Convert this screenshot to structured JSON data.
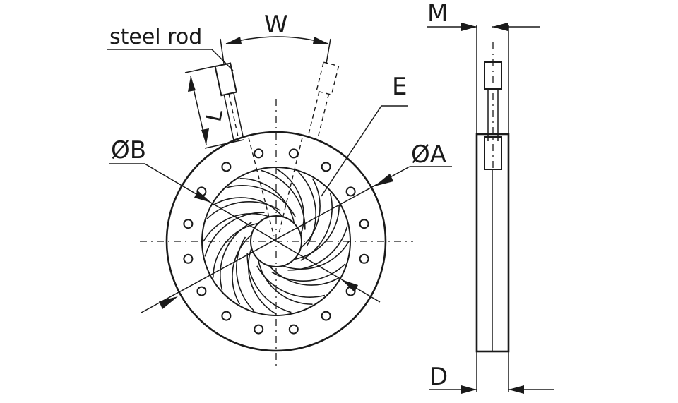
{
  "labels": {
    "steel_rod": "steel rod",
    "width": "W",
    "length": "L",
    "blade_edge": "E",
    "inner_diameter": "ØB",
    "outer_diameter": "ØA",
    "thickness_m": "M",
    "thickness_d": "D"
  },
  "diagram": {
    "bolt_hole_count": 16,
    "blade_count": 12,
    "rod_count": 2
  }
}
